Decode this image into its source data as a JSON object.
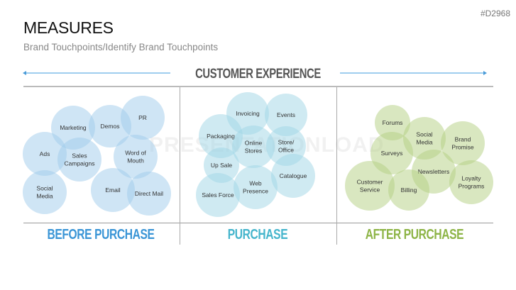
{
  "slide_code": "#D2968",
  "title": "MEASURES",
  "subtitle": "Brand Touchpoints/Identify Brand Touchpoints",
  "header": "CUSTOMER EXPERIENCE",
  "watermark": "PRESENTATIONLOAD",
  "colors": {
    "before": "#3a95d6",
    "purchase": "#45b5cc",
    "after": "#8db446"
  },
  "phases": [
    {
      "label": "BEFORE PURCHASE",
      "touchpoints": [
        [
          "Marketing"
        ],
        [
          "Demos"
        ],
        [
          "PR"
        ],
        [
          "Ads"
        ],
        [
          "Sales",
          "Campaigns"
        ],
        [
          "Word of",
          "Mouth"
        ],
        [
          "Social",
          "Media"
        ],
        [
          "Email"
        ],
        [
          "Direct Mail"
        ]
      ]
    },
    {
      "label": "PURCHASE",
      "touchpoints": [
        [
          "Invoicing"
        ],
        [
          "Events"
        ],
        [
          "Packaging"
        ],
        [
          "Online",
          "Stores"
        ],
        [
          "Store/",
          "Office"
        ],
        [
          "Up Sale"
        ],
        [
          "Web",
          "Presence"
        ],
        [
          "Catalogue"
        ],
        [
          "Sales Force"
        ]
      ]
    },
    {
      "label": "AFTER PURCHASE",
      "touchpoints": [
        [
          "Forums"
        ],
        [
          "Social",
          "Media"
        ],
        [
          "Brand",
          "Promise"
        ],
        [
          "Surveys"
        ],
        [
          "Newsletters"
        ],
        [
          "Customer",
          "Service"
        ],
        [
          "Billing"
        ],
        [
          "Loyalty",
          "Programs"
        ]
      ]
    }
  ]
}
